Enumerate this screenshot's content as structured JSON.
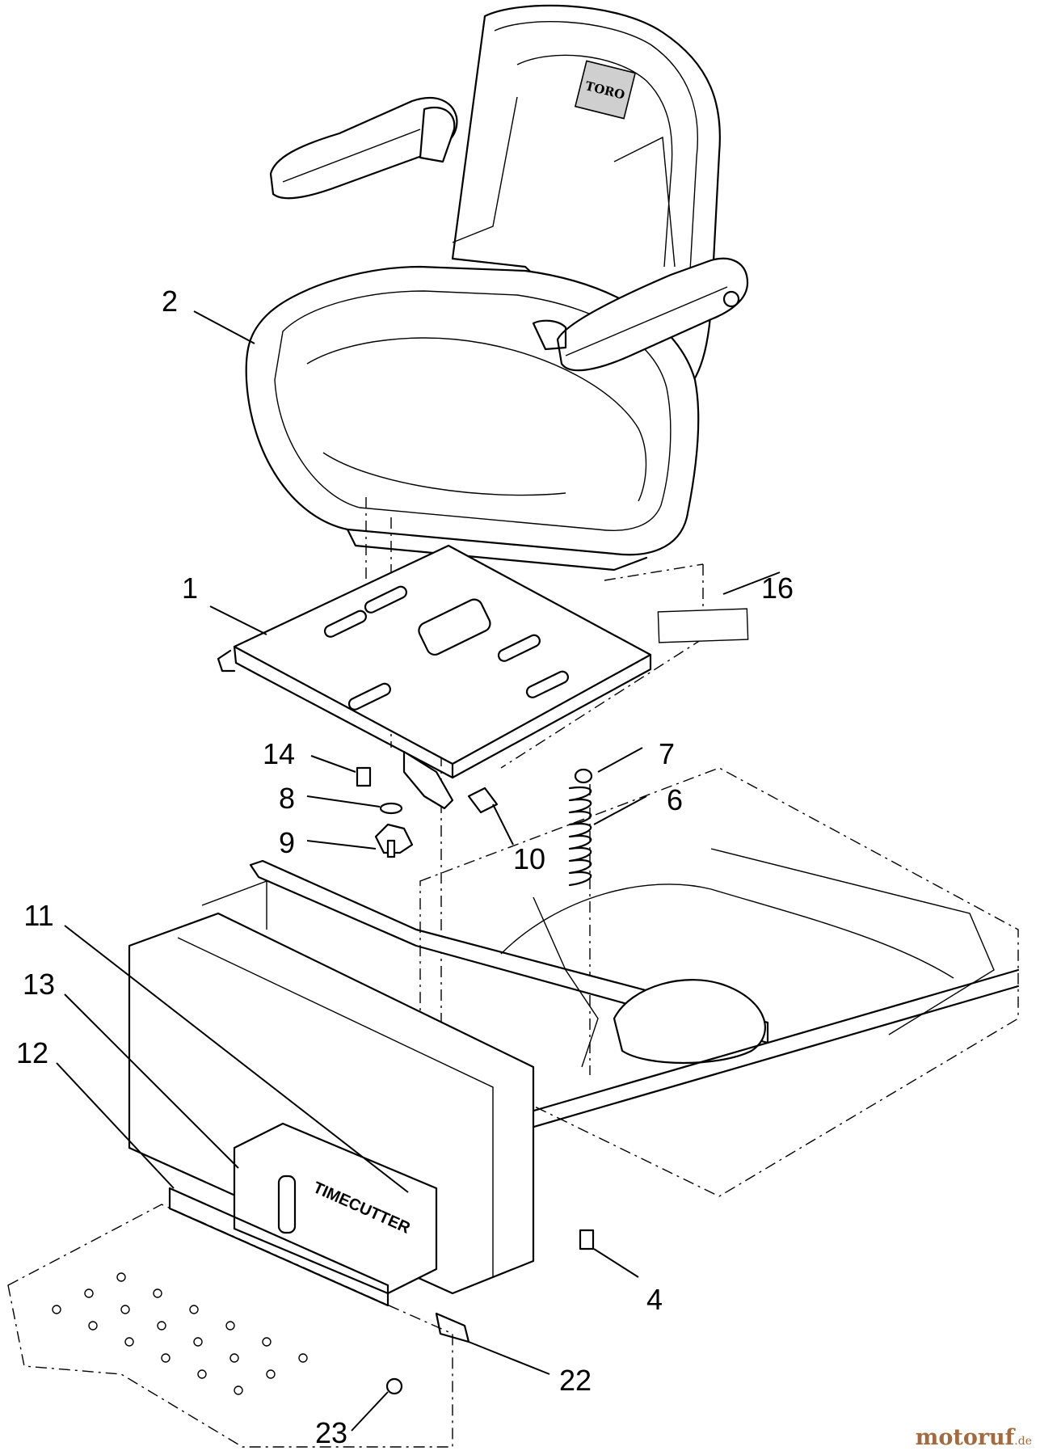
{
  "diagram": {
    "callouts": [
      "1",
      "2",
      "4",
      "6",
      "7",
      "8",
      "9",
      "10",
      "11",
      "12",
      "13",
      "14",
      "16",
      "22",
      "23"
    ],
    "seat_logo": "TORO",
    "console_logo": "TIMECUTTER"
  },
  "watermark": {
    "name": "motoruf",
    "tld": ".de"
  }
}
